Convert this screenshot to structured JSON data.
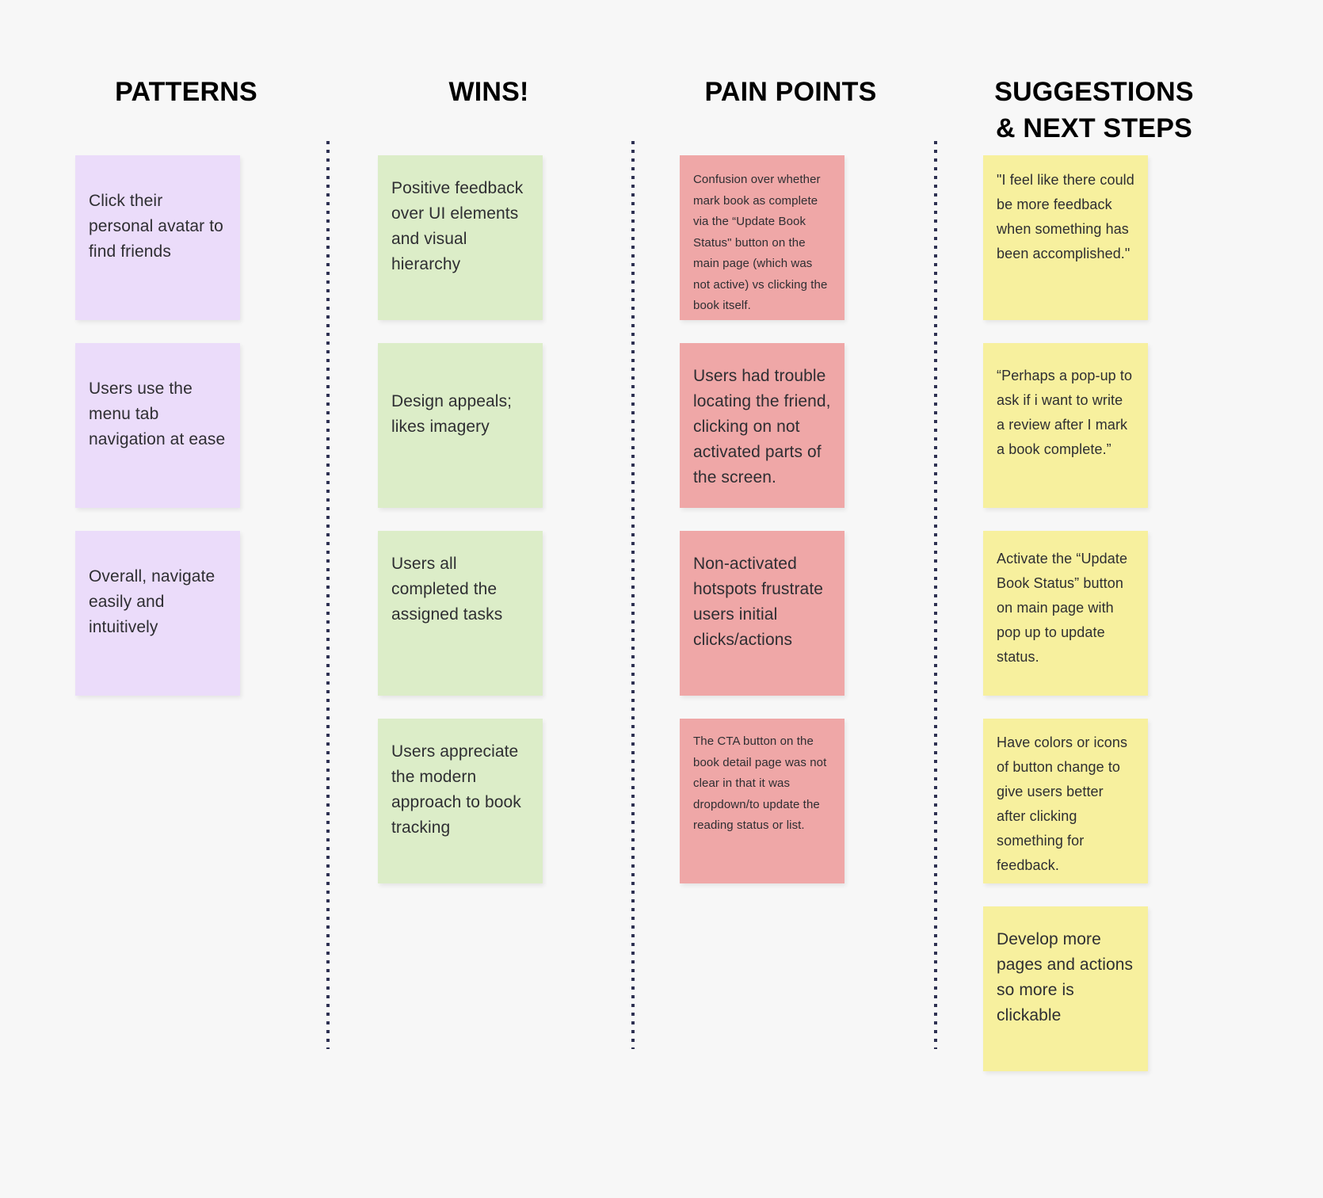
{
  "board": {
    "background_color": "#f7f7f7",
    "divider_color": "#2e3152"
  },
  "columns": [
    {
      "id": "patterns",
      "title": "PATTERNS",
      "note_color": "#ebdcfa",
      "notes": [
        {
          "text": "Click their personal avatar to find friends"
        },
        {
          "text": "Users use the menu tab navigation at ease"
        },
        {
          "text": "Overall, navigate easily and intuitively"
        }
      ]
    },
    {
      "id": "wins",
      "title": "WINS!",
      "note_color": "#dcedc8",
      "notes": [
        {
          "text": "Positive feedback over UI elements and visual hierarchy"
        },
        {
          "text": "Design appeals; likes imagery"
        },
        {
          "text": "Users all completed the assigned tasks"
        },
        {
          "text": "Users appreciate the modern approach to book tracking"
        }
      ]
    },
    {
      "id": "pain-points",
      "title": "PAIN POINTS",
      "note_color": "#efa7a7",
      "notes": [
        {
          "text": "Confusion over whether mark book as complete via the “Update Book Status\" button on the main page (which was not active) vs clicking the book itself."
        },
        {
          "text": "Users had trouble locating the friend, clicking on not activated parts of the screen."
        },
        {
          "text": "Non-activated hotspots frustrate users initial clicks/actions"
        },
        {
          "text": "The CTA button on the book detail page was not clear in that it was dropdown/to update the reading status or list."
        }
      ]
    },
    {
      "id": "suggestions",
      "title": "SUGGESTIONS\n& NEXT STEPS",
      "note_color": "#f7f09e",
      "notes": [
        {
          "text": "\"I feel like there could be more feedback when something has been accomplished.\""
        },
        {
          "text": "“Perhaps a pop-up to ask if i want to write a review after I mark a book complete.”"
        },
        {
          "text": "Activate the “Update Book Status” button on main page with pop up to update status."
        },
        {
          "text": "Have colors or icons of button change to give users better after clicking something for feedback."
        },
        {
          "text": "Develop more pages and actions so more is clickable"
        }
      ]
    }
  ]
}
